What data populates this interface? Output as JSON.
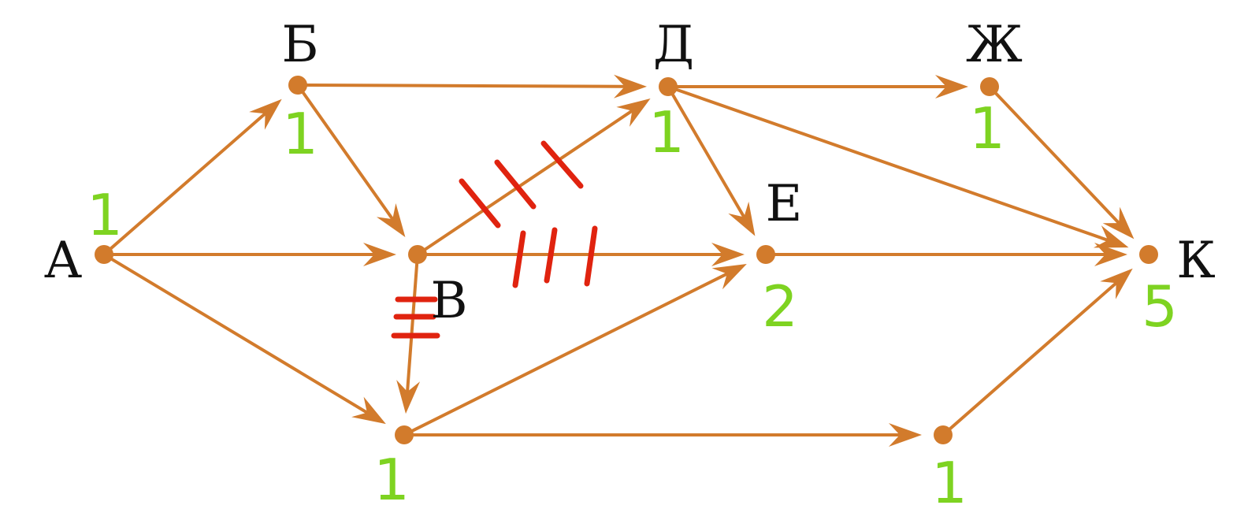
{
  "colors": {
    "edge": "#d27b2c",
    "node": "#d27b2c",
    "cut": "#e0230f",
    "count": "#7ed321",
    "label": "#111111"
  },
  "nodes": [
    {
      "id": "A",
      "name": "А",
      "count": "1"
    },
    {
      "id": "B",
      "name": "Б",
      "count": "1"
    },
    {
      "id": "V",
      "name": "В",
      "count": ""
    },
    {
      "id": "D",
      "name": "Д",
      "count": "1"
    },
    {
      "id": "E",
      "name": "Е",
      "count": "2"
    },
    {
      "id": "Zh",
      "name": "Ж",
      "count": "1"
    },
    {
      "id": "K",
      "name": "К",
      "count": "5"
    },
    {
      "id": "G",
      "name": "",
      "count": "1"
    },
    {
      "id": "I",
      "name": "",
      "count": "1"
    }
  ],
  "edges": [
    {
      "from": "A",
      "to": "B"
    },
    {
      "from": "A",
      "to": "V"
    },
    {
      "from": "A",
      "to": "G"
    },
    {
      "from": "B",
      "to": "D"
    },
    {
      "from": "B",
      "to": "V"
    },
    {
      "from": "V",
      "to": "D",
      "crossed_out": true
    },
    {
      "from": "V",
      "to": "E",
      "crossed_out": true
    },
    {
      "from": "V",
      "to": "G",
      "crossed_out": true
    },
    {
      "from": "D",
      "to": "Zh"
    },
    {
      "from": "D",
      "to": "E"
    },
    {
      "from": "D",
      "to": "K"
    },
    {
      "from": "E",
      "to": "K"
    },
    {
      "from": "Zh",
      "to": "K"
    },
    {
      "from": "G",
      "to": "E"
    },
    {
      "from": "G",
      "to": "I"
    },
    {
      "from": "I",
      "to": "K"
    }
  ]
}
